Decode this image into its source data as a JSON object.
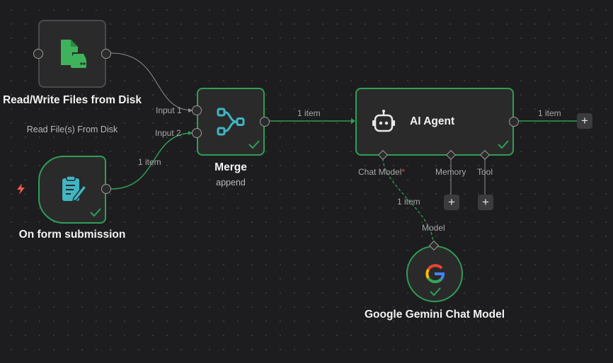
{
  "nodes": {
    "read_write": {
      "title": "Read/Write Files from Disk",
      "subtitle": "Read File(s) From Disk",
      "icon": "file-disk-icon"
    },
    "form": {
      "title": "On form submission",
      "icon": "form-edit-icon",
      "trigger_icon": "lightning-icon"
    },
    "merge": {
      "title": "Merge",
      "subtitle": "append",
      "input1": "Input 1",
      "input2": "Input 2",
      "icon": "merge-branch-icon"
    },
    "agent": {
      "title": "AI Agent",
      "icon": "robot-icon",
      "chat_model_label": "Chat Model",
      "required_mark": "*",
      "memory_label": "Memory",
      "tool_label": "Tool"
    },
    "gemini": {
      "title": "Google Gemini Chat Model",
      "model_label": "Model",
      "icon": "google-g-icon"
    }
  },
  "connections": {
    "form_to_merge": "1 item",
    "merge_to_agent": "1 item",
    "agent_out": "1 item",
    "gemini_to_agent": "1 item"
  },
  "buttons": {
    "add": "+"
  },
  "colors": {
    "success": "#2f9e54",
    "accent_teal": "#40b5c3",
    "file_green": "#3fb35b",
    "required": "#e5484d",
    "trigger": "#ef5a4c"
  }
}
